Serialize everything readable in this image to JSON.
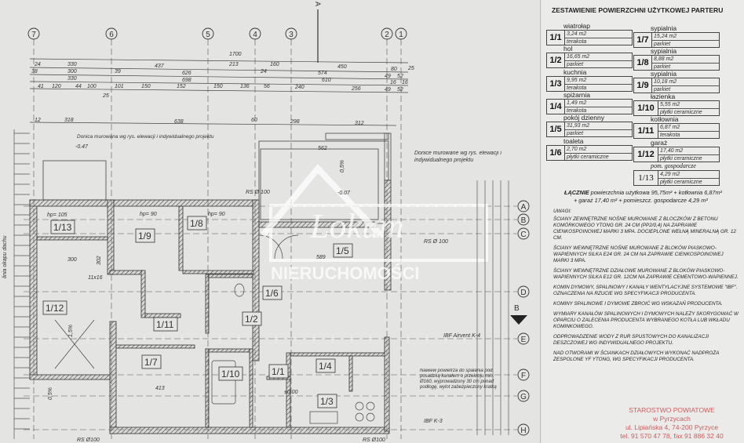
{
  "plan": {
    "section_marker_top": "A",
    "section_marker_right": "B",
    "axes_numbers": [
      "7",
      "6",
      "5",
      "4",
      "3",
      "2",
      "1"
    ],
    "axes_letters": [
      "A",
      "B",
      "C",
      "D",
      "E",
      "F",
      "G",
      "H"
    ],
    "dims_total": "1700",
    "dims_row1": [
      "330",
      "437",
      "213",
      "160",
      "450",
      "80",
      "25",
      "24"
    ],
    "dims_row2": [
      "300",
      "626",
      "574",
      "49",
      "52",
      "38",
      "39",
      "24"
    ],
    "dims_row3": [
      "330",
      "698",
      "610",
      "16",
      "16"
    ],
    "dims_row4": [
      "41",
      "120",
      "44",
      "100",
      "101",
      "150",
      "152",
      "150",
      "136",
      "56",
      "240",
      "256",
      "49",
      "52",
      "25"
    ],
    "dims_row5": [
      "318",
      "638",
      "298",
      "312",
      "60",
      "12"
    ],
    "rooms": [
      "1/13",
      "1/9",
      "1/8",
      "1/5",
      "1/6",
      "1/12",
      "1/11",
      "1/2",
      "1/7",
      "1/10",
      "1/1",
      "1/4",
      "1/3"
    ],
    "labels": {
      "planter_note_1": "Donica murowana wg rys. elewacji i indywidualnego projektu",
      "planter_note_2": "Donice murowane wg rys. elewacji i indywidualnego projektu",
      "level_1": "-0.47",
      "level_2": "-0.07",
      "level_3": "±0.00",
      "slope_1": "0,5%",
      "slope_2": "1,5%",
      "slope_3": "0,5%",
      "rs_1": "RS Ø 100",
      "rs_2": "RS Ø 100",
      "rs_3": "RS Ø100",
      "rs_4": "RS Ø100",
      "ibf_1": "IBF Airvent K-4",
      "ibf_2": "IBF K-3",
      "eave": "linia okapu dachu",
      "hp_1": "hp= 105",
      "hp_2": "hp= 90",
      "hp_3": "hp= 90",
      "vent_size": "11x16",
      "dim_300": "300",
      "dim_302": "302",
      "dim_413": "413",
      "dim_562": "562",
      "dim_589": "589",
      "air_note": "Nawiew powietrza do spalania pod posadzką kanałem o przekroju min. Ø160, wyprowadzony 30 cm ponad podłogę, wylot zabezpieczony kratką"
    },
    "watermark": "Lokum NIERUCHOMOŚCI"
  },
  "panel": {
    "title": "ZESTAWIENIE POWIERZCHNI UŻYTKOWEJ PARTERU",
    "rooms_left": [
      {
        "num": "1/1",
        "name": "wiatrołap",
        "area": "3,24 m2",
        "finish": "terakota"
      },
      {
        "num": "1/2",
        "name": "hol",
        "area": "16,65 m2",
        "finish": "parkiet"
      },
      {
        "num": "1/3",
        "name": "kuchnia",
        "area": "9,95 m2",
        "finish": "terakota"
      },
      {
        "num": "1/4",
        "name": "spiżarnia",
        "area": "1,49 m2",
        "finish": "terakota"
      },
      {
        "num": "1/5",
        "name": "pokój dzienny",
        "area": "31,93 m2",
        "finish": "parkiet"
      },
      {
        "num": "1/6",
        "name": "toaleta",
        "area": "2,70 m2",
        "finish": "płytki ceramiczne"
      }
    ],
    "rooms_right": [
      {
        "num": "1/7",
        "name": "sypialnia",
        "area": "15,24 m2",
        "finish": "parkiet"
      },
      {
        "num": "1/8",
        "name": "sypialnia",
        "area": "8,88 m2",
        "finish": "parkiet"
      },
      {
        "num": "1/9",
        "name": "sypialnia",
        "area": "10,18 m2",
        "finish": "parkiet"
      },
      {
        "num": "1/10",
        "name": "łazienka",
        "area": "5,55 m2",
        "finish": "płytki ceramiczne"
      },
      {
        "num": "1/11",
        "name": "kotłownia",
        "area": "6,87 m2",
        "finish": "terakota"
      },
      {
        "num": "1/12",
        "name": "garaż",
        "area": "17,40 m2",
        "finish": "płytki ceramiczne"
      },
      {
        "num": "1/13",
        "name": "pom. gospodarcze",
        "area": "4,29 m2",
        "finish": "płytki ceramiczne"
      }
    ],
    "total_line1_bold": "ŁĄCZNIE",
    "total_line1": "powierzchnia użytkowa 95,75m² + kotłownia 6,87m²",
    "total_line2": "+ garaż 17,40 m² + pomieszcz. gospodarcze 4,29 m²",
    "notes_title": "UWAGI:",
    "notes": [
      "Ściany zewnętrzne nośne murowane z bloczków z betonu komórkowego YTONG gr. 24 cm (PP2/0,4) na zaprawie cienkospoinowej marki 3 MPa. Docieplone wełną mineralną gr. 12 cm.",
      "Ściany wewnętrzne nośne murowane z bloków piaskowo-wapiennych SILKA E24 gr. 24 cm na zaprawie cienkospoinowej marki 3 MPa.",
      "Ściany wewnętrzne działowe murowane z bloków piaskowo-wapiennych SILKA E12 gr. 12cm na zaprawie cementowo-wapiennej.",
      "Komin dymowy, spalinowy i kanały wentylacyjne systemowe \"IBF\". Oznaczenia na rzucie wg specyfikacji producenta.",
      "Kominy spalinowe i dymowe zbroić wg wskazań producenta.",
      "Wymiary kanałów spalinowych i dymowych należy skorygować w oparciu o zalecenia producenta wybranego kotła lub wkładu kominkowego.",
      "Odprowadzenie wody z rur spustowych do kanalizacji deszczowej wg indywidualnego projektu.",
      "Nad otworami w ściankach działowych wykonać nadproża zespolone YF YTONG, wg specyfikacji producenta."
    ],
    "stamp": [
      "STAROSTWO POWIATOWE",
      "w Pyrzycach",
      "ul. Lipiańska 4, 74-200 Pyrzyce",
      "tel. 91 570 47 78, fax 91 886 32 40"
    ]
  },
  "colors": {
    "paper": "#e4e4e2",
    "ink": "#333333",
    "stamp": "#d25a5a",
    "watermark": "#ffffff"
  }
}
